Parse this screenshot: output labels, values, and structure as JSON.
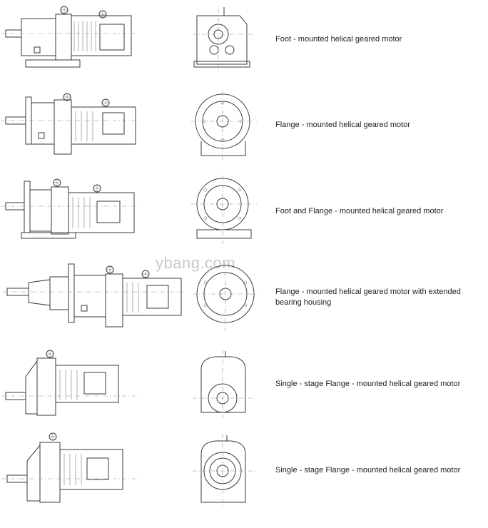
{
  "items": [
    {
      "label": "Foot - mounted helical geared motor",
      "type": "foot"
    },
    {
      "label": "Flange - mounted helical geared motor",
      "type": "flange"
    },
    {
      "label": "Foot and Flange - mounted helical geared motor",
      "type": "footflange"
    },
    {
      "label": "Flange - mounted helical geared motor with extended bearing housing",
      "type": "extended"
    },
    {
      "label": "Single - stage Flange - mounted helical geared motor",
      "type": "single"
    },
    {
      "label": "Single - stage Flange - mounted helical geared motor",
      "type": "single"
    }
  ],
  "watermark": "ybang.com"
}
